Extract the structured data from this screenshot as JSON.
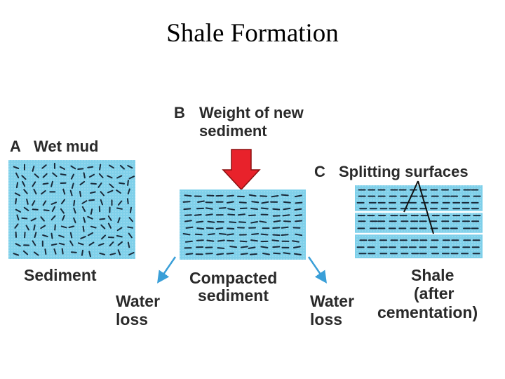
{
  "title": "Shale Formation",
  "panel_a": {
    "letter": "A",
    "heading": "Wet mud",
    "caption": "Sediment"
  },
  "panel_b": {
    "letter": "B",
    "heading_line1": "Weight of new",
    "heading_line2": "sediment",
    "caption_line1": "Compacted",
    "caption_line2": "sediment"
  },
  "panel_c": {
    "letter": "C",
    "heading": "Splitting surfaces",
    "caption_line1": "Shale",
    "caption_line2": "(after",
    "caption_line3": "cementation)"
  },
  "water_loss_left": {
    "line1": "Water",
    "line2": "loss"
  },
  "water_loss_right": {
    "line1": "Water",
    "line2": "loss"
  },
  "colors": {
    "water": "#7fd0ea",
    "particle": "#1a2a3a",
    "arrow_red": "#e8222b",
    "arrow_blue": "#3a9fd8",
    "text": "#2a2a2a"
  }
}
